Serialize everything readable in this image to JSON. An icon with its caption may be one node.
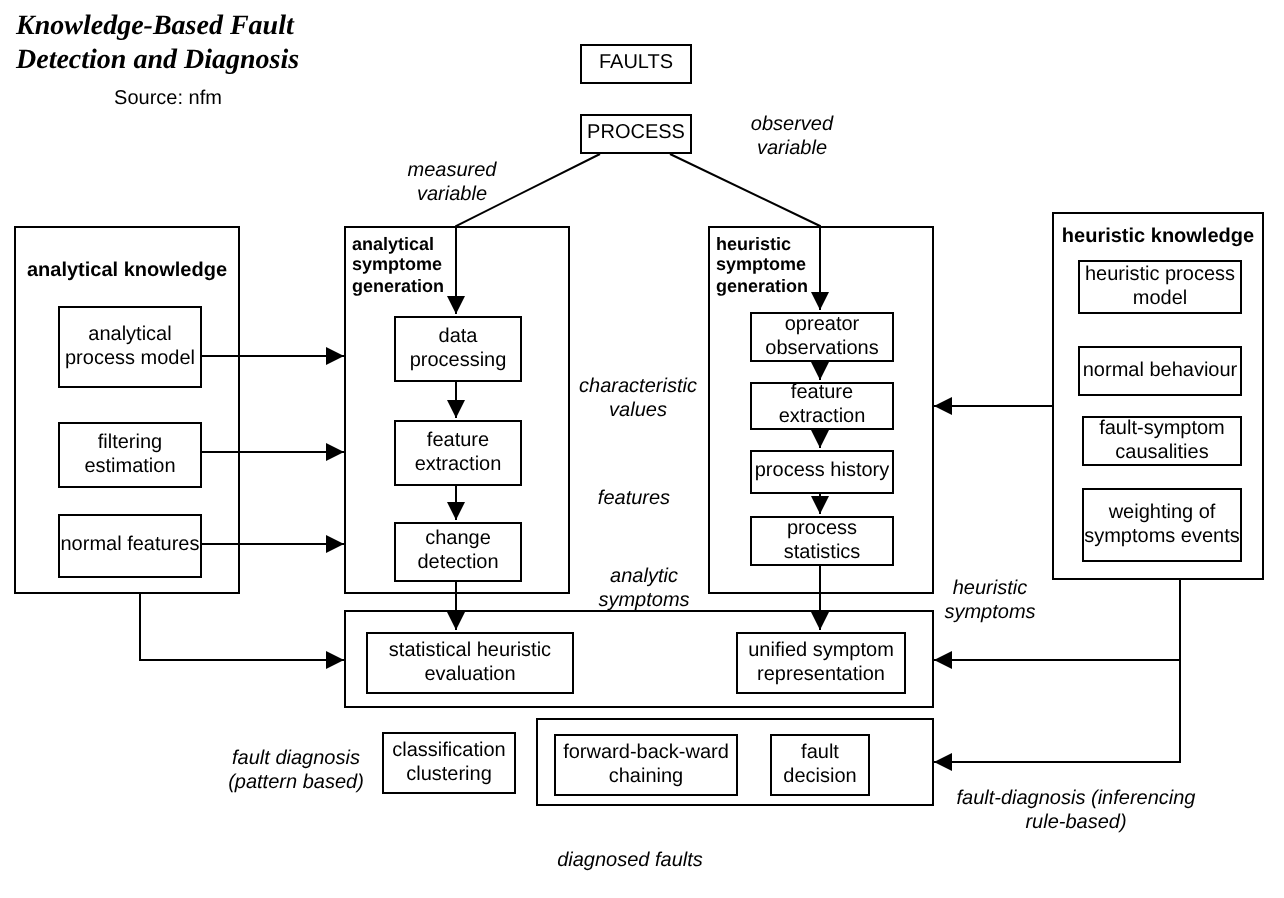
{
  "diagram": {
    "title": "Knowledge-Based Fault Detection and Diagnosis",
    "nodes": [
      {
        "text": [
          "FAULTS"
        ]
      },
      {
        "text": [
          "PROCESS"
        ]
      },
      {
        "text": [
          "analytical knowledge"
        ]
      },
      {
        "text": [
          "analytical process model"
        ],
        "in": 2
      },
      {
        "text": [
          "filtering estimation"
        ],
        "in": 2
      },
      {
        "text": [
          "normal features"
        ],
        "in": 2
      },
      {
        "text": [
          "analytical symptome generation"
        ]
      },
      {
        "text": [
          "data processing"
        ],
        "in": 6
      },
      {
        "text": [
          "feature extraction"
        ],
        "in": 6
      },
      {
        "text": [
          "change detection"
        ],
        "in": 6
      },
      {
        "text": [
          "heuristic symptome generation"
        ]
      },
      {
        "text": [
          "opreator observations"
        ],
        "in": 10
      },
      {
        "text": [
          "feature extraction"
        ],
        "in": 10
      },
      {
        "text": [
          "process history"
        ],
        "in": 10
      },
      {
        "text": [
          "process statistics"
        ],
        "in": 10
      },
      {
        "text": [
          "heuristic knowledge"
        ]
      },
      {
        "text": [
          "heuristic process model"
        ],
        "in": 15
      },
      {
        "text": [
          "normal behaviour"
        ],
        "in": 15
      },
      {
        "text": [
          "fault-symptom causalities"
        ],
        "in": 15
      },
      {
        "text": [
          "weighting of symptoms events"
        ],
        "in": 15
      },
      {
        "text": [],
        "shape": "box"
      },
      {
        "text": [
          "statistical heuristic evaluation"
        ],
        "in": 20
      },
      {
        "text": [
          "unified symptom representation"
        ],
        "in": 20
      },
      {
        "text": [
          "classification clustering"
        ]
      },
      {
        "text": [],
        "shape": "box"
      },
      {
        "text": [
          "forward-back-ward chaining"
        ],
        "in": 24
      },
      {
        "text": [
          "fault decision"
        ],
        "in": 24
      }
    ],
    "edges": [
      {
        "from": 1,
        "to": 7,
        "arrow": "to"
      },
      {
        "from": 1,
        "to": 11,
        "arrow": "to"
      },
      {
        "from": 3,
        "to": 6,
        "arrow": "to"
      },
      {
        "from": 4,
        "to": 6,
        "arrow": "to"
      },
      {
        "from": 5,
        "to": 6,
        "arrow": "to"
      },
      {
        "from": 7,
        "to": 8,
        "arrow": "to"
      },
      {
        "from": 8,
        "to": 9,
        "arrow": "to"
      },
      {
        "from": 9,
        "to": 21,
        "arrow": "to"
      },
      {
        "from": 11,
        "to": 12,
        "arrow": "to"
      },
      {
        "from": 12,
        "to": 13,
        "arrow": "to"
      },
      {
        "from": 13,
        "to": 14,
        "arrow": "to"
      },
      {
        "from": 14,
        "to": 22,
        "arrow": "to"
      },
      {
        "from": 2,
        "to": 20,
        "arrow": "to"
      },
      {
        "from": 15,
        "to": 10,
        "arrow": "to"
      },
      {
        "from": 15,
        "to": 20,
        "arrow": "to"
      },
      {
        "from": 15,
        "to": 24,
        "arrow": "to"
      }
    ],
    "labels": [
      "Source: nfm",
      "measured variable",
      "observed variable",
      "characteristic values",
      "features",
      "analytic symptoms",
      "heuristic symptoms",
      "fault diagnosis (pattern based)",
      "fault-diagnosis (inferencing rule-based)",
      "diagnosed faults"
    ]
  }
}
